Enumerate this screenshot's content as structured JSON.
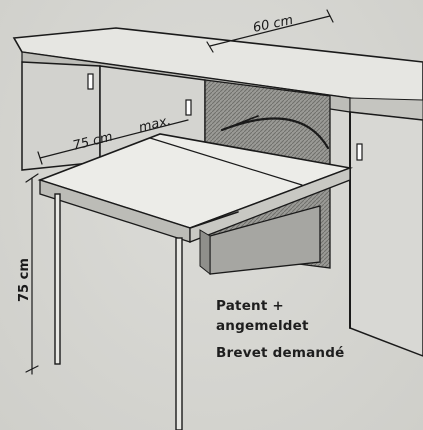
{
  "dimensions": {
    "depth": "60 cm",
    "extension": "75 cm",
    "extension_max": "max.",
    "height": "75 cm"
  },
  "notice": {
    "line1": "Patent +",
    "line2": "angemeldet",
    "line3": "Brevet demandé"
  }
}
